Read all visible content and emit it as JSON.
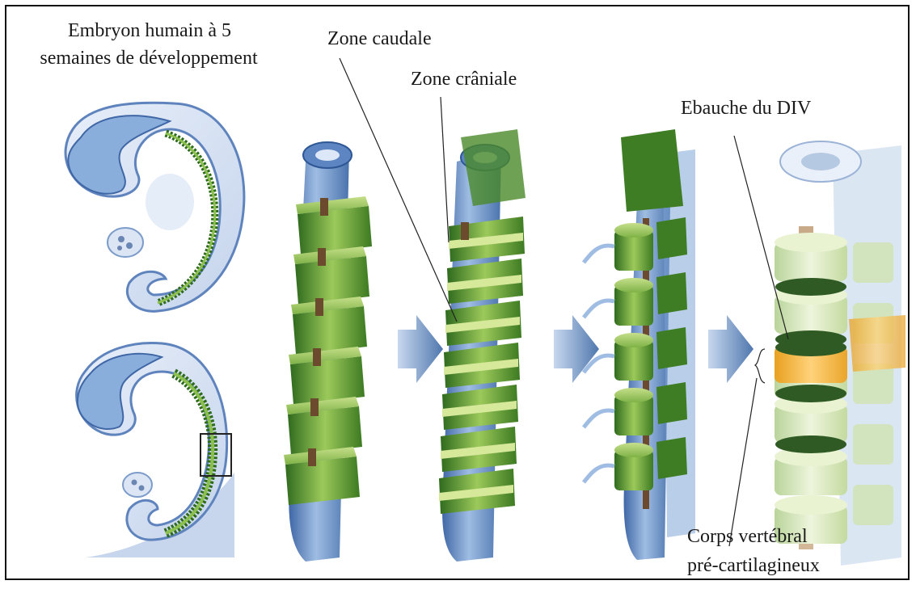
{
  "labels": {
    "embryo_title_line1": "Embryon humain à 5",
    "embryo_title_line2": "semaines de développement",
    "zone_caudale": "Zone caudale",
    "zone_craniale": "Zone crâniale",
    "ebauche_div": "Ebauche du DIV",
    "corps_line1": "Corps vertébral",
    "corps_line2": "pré-cartilagineux"
  },
  "colors": {
    "notochord_blue": "#6f95c8",
    "sclerotome_green": "#5f9a2e",
    "dark_green": "#2f6b1e",
    "light_green": "#cfe3a8",
    "disc_orange": "#f5b93c",
    "arrow_blue": "#5c82b4"
  }
}
